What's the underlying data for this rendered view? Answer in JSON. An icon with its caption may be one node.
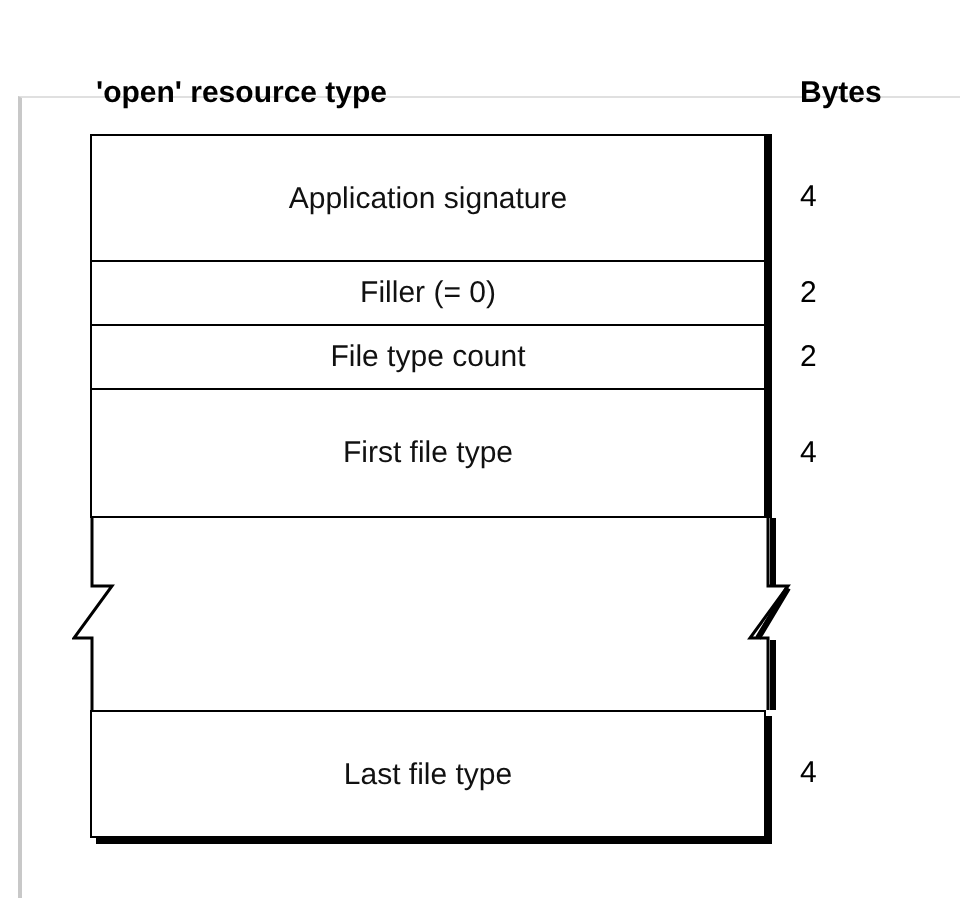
{
  "diagram": {
    "title": "'open' resource type",
    "nodes": [
      {
        "text": [
          "Application signature"
        ],
        "beside": [
          "4"
        ]
      },
      {
        "text": [
          "Filler (= 0)"
        ],
        "beside": [
          "2"
        ]
      },
      {
        "text": [
          "File type count"
        ],
        "beside": [
          "2"
        ]
      },
      {
        "text": [
          "First file type"
        ],
        "beside": [
          "4"
        ]
      },
      {
        "text": [],
        "shape": "box"
      },
      {
        "text": [
          "Last file type"
        ],
        "beside": [
          "4"
        ]
      }
    ],
    "labels": [
      "Bytes"
    ]
  }
}
